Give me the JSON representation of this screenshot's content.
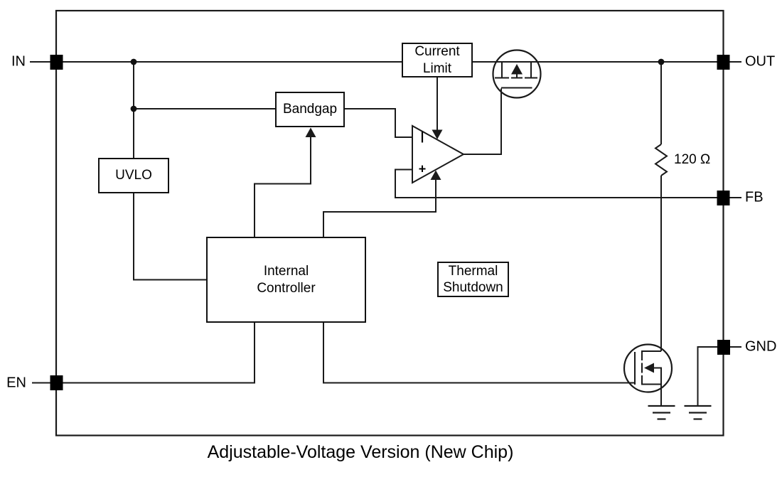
{
  "title": "Adjustable-Voltage Version (New Chip)",
  "pins": {
    "in": "IN",
    "en": "EN",
    "out": "OUT",
    "fb": "FB",
    "gnd": "GND"
  },
  "blocks": {
    "uvlo": {
      "label": "UVLO"
    },
    "bandgap": {
      "label": "Bandgap"
    },
    "current_limit": {
      "label": [
        "Current",
        "Limit"
      ]
    },
    "internal_controller": {
      "label": [
        "Internal",
        "Controller"
      ]
    },
    "thermal_shutdown": {
      "label": [
        "Thermal",
        "Shutdown"
      ]
    }
  },
  "amp": {
    "inverting_marker": "|",
    "noninverting_marker": "+"
  },
  "resistor": {
    "label": "120 Ω"
  },
  "colors": {
    "line": "#1a1a1a",
    "text": "#000000",
    "background": "#ffffff",
    "pin_fill": "#000000"
  }
}
